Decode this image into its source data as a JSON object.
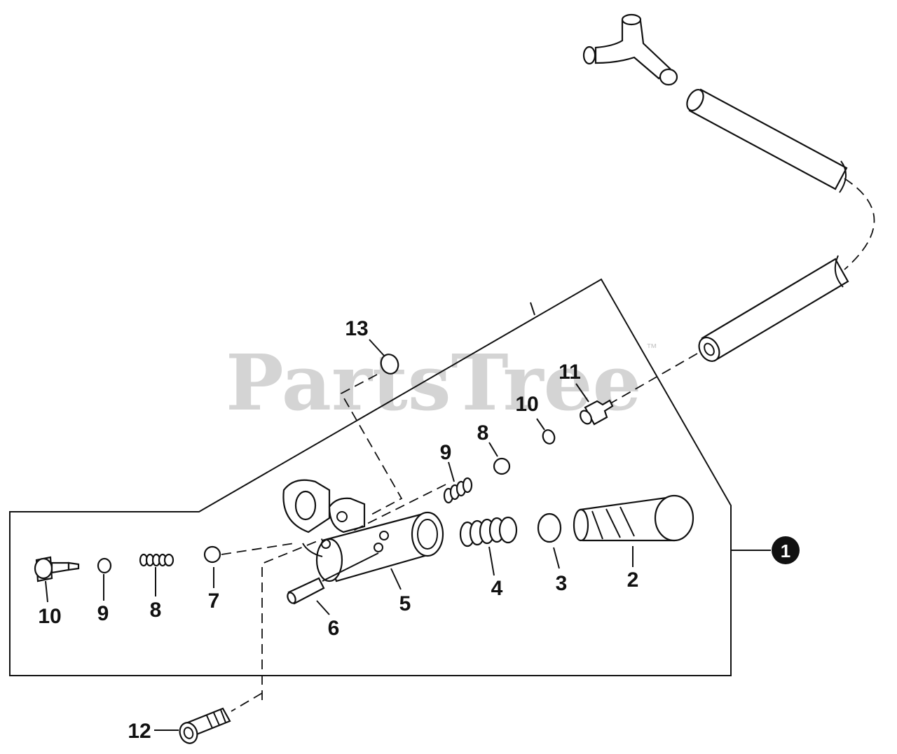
{
  "watermark": {
    "text": "PartsTree",
    "trademark": "™"
  },
  "assembly_callout": {
    "label": "1"
  },
  "callouts": [
    {
      "id": "c13",
      "label": "13"
    },
    {
      "id": "c11",
      "label": "11"
    },
    {
      "id": "c10a",
      "label": "10"
    },
    {
      "id": "c8a",
      "label": "8"
    },
    {
      "id": "c9a",
      "label": "9"
    },
    {
      "id": "c2",
      "label": "2"
    },
    {
      "id": "c3",
      "label": "3"
    },
    {
      "id": "c4",
      "label": "4"
    },
    {
      "id": "c5",
      "label": "5"
    },
    {
      "id": "c6",
      "label": "6"
    },
    {
      "id": "c7",
      "label": "7"
    },
    {
      "id": "c8b",
      "label": "8"
    },
    {
      "id": "c9b",
      "label": "9"
    },
    {
      "id": "c10b",
      "label": "10"
    },
    {
      "id": "c12",
      "label": "12"
    }
  ]
}
